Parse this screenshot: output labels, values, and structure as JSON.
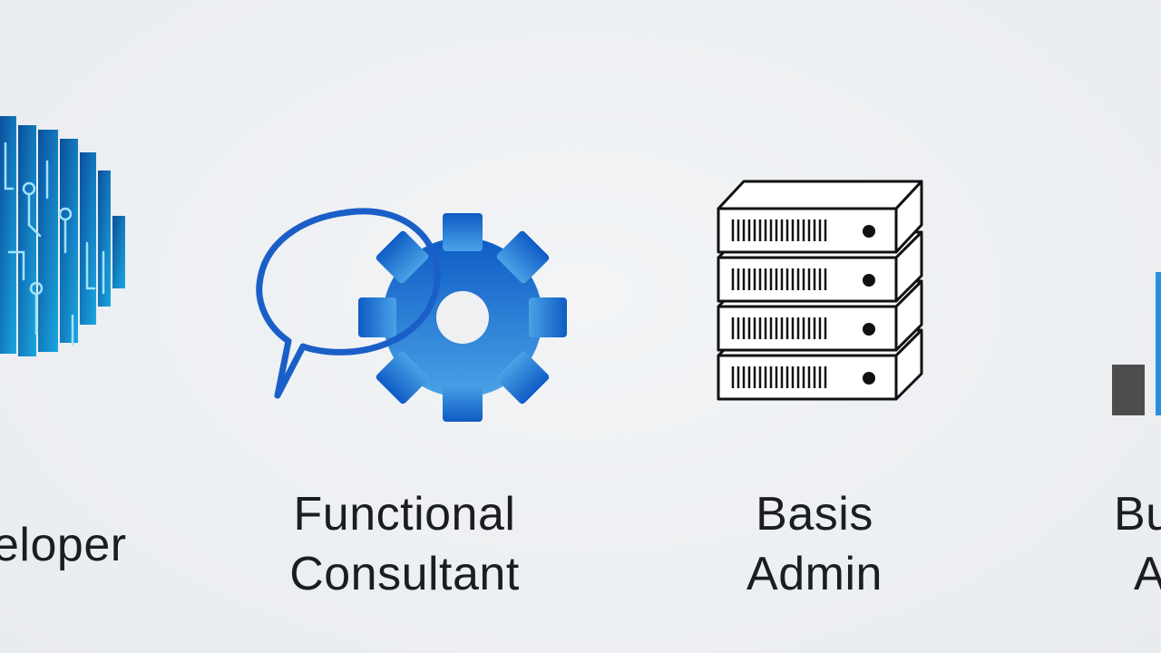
{
  "roles": {
    "developer": {
      "line1": "eloper",
      "icon": "circuit-brain-icon"
    },
    "functional": {
      "line1": "Functional",
      "line2": "Consultant",
      "icon": "chat-gear-icon"
    },
    "basis": {
      "line1": "Basis",
      "line2": "Admin",
      "icon": "server-rack-icon"
    },
    "business": {
      "line1": "Bu",
      "line2": "A",
      "icon": "bar-chart-icon"
    }
  },
  "colors": {
    "background": "#eef0f2",
    "text": "#1b1d22",
    "accent_blue": "#1a6fd1",
    "circuit_cyan": "#1aa7e0",
    "server_stroke": "#111111",
    "chart_gray": "#4d4d4d"
  }
}
